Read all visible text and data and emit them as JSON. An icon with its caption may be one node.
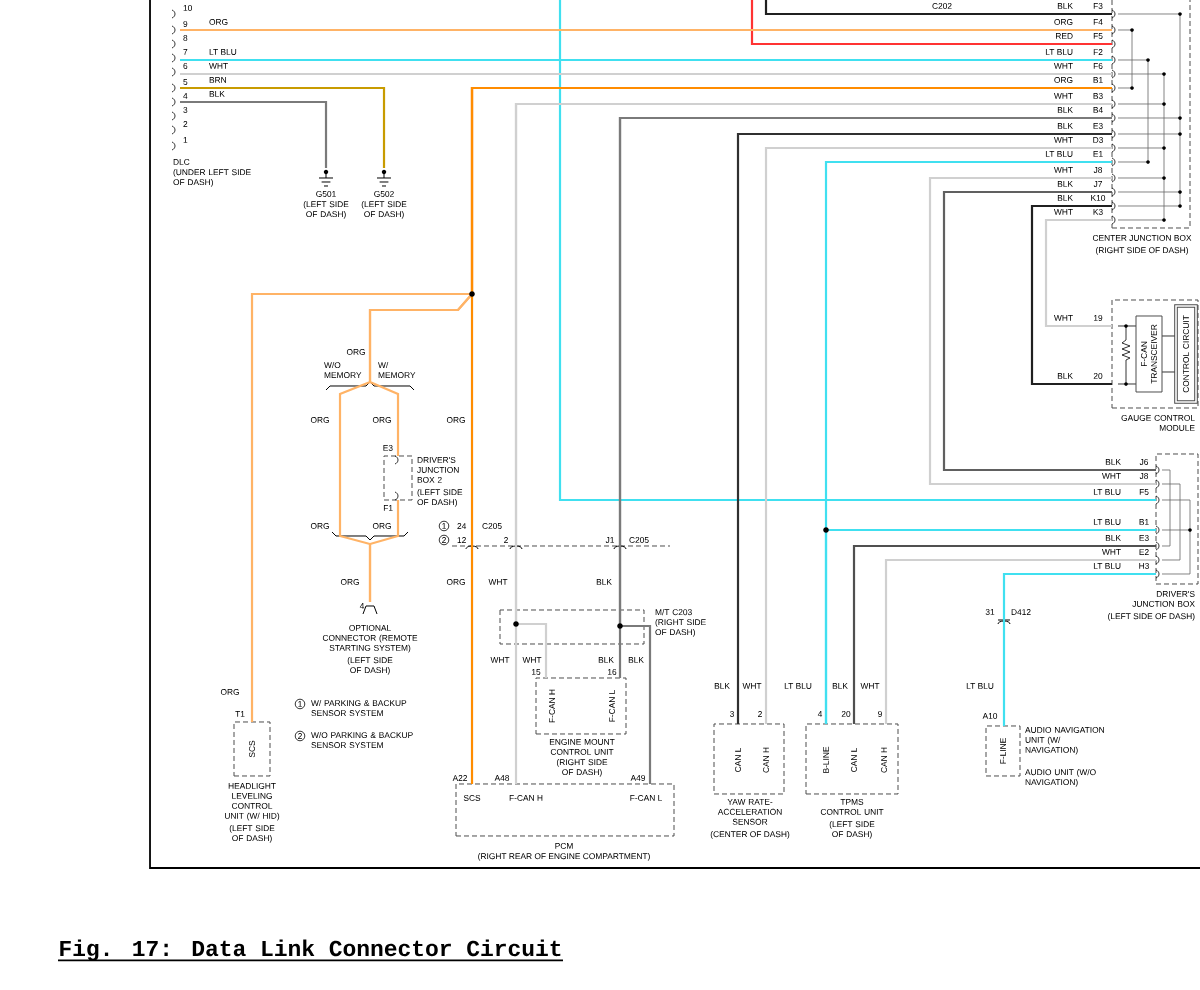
{
  "diagram": {
    "caption": "Fig. 17: Data Link Connector Circuit",
    "nodes": [
      {
        "text": [
          "DLC",
          "(UNDER LEFT SIDE OF DASH)"
        ]
      },
      {
        "text": [
          "G501",
          "(LEFT SIDE OF DASH)"
        ]
      },
      {
        "text": [
          "G502",
          "(LEFT SIDE OF DASH)"
        ]
      },
      {
        "text": [
          "CENTER JUNCTION BOX",
          "(RIGHT SIDE OF DASH)"
        ]
      },
      {
        "text": [
          "GAUGE CONTROL MODULE"
        ]
      },
      {
        "text": [
          "F-CAN TRANSCEIVER"
        ],
        "in": 4
      },
      {
        "text": [
          "CONTROL CIRCUIT"
        ],
        "in": 4
      },
      {
        "text": [
          "DRIVER'S JUNCTION BOX",
          "(LEFT SIDE OF DASH)"
        ]
      },
      {
        "text": [
          "DRIVER'S JUNCTION BOX 2",
          "(LEFT SIDE OF DASH)"
        ]
      },
      {
        "text": [
          "OPTIONAL CONNECTOR (REMOTE STARTING SYSTEM)",
          "(LEFT SIDE OF DASH)"
        ]
      },
      {
        "text": [
          "HEADLIGHT LEVELING CONTROL UNIT (W/ HID)",
          "(LEFT SIDE OF DASH)",
          "SCS"
        ]
      },
      {
        "text": [
          "PCM",
          "(RIGHT REAR OF ENGINE COMPARTMENT)",
          "SCS",
          "F-CAN H",
          "F-CAN L"
        ]
      },
      {
        "text": [
          "ENGINE MOUNT CONTROL UNIT",
          "(RIGHT SIDE OF DASH)",
          "F-CAN H",
          "F-CAN L"
        ]
      },
      {
        "text": [
          "YAW RATE-ACCELERATION SENSOR",
          "(CENTER OF DASH)",
          "CAN L",
          "CAN H"
        ]
      },
      {
        "text": [
          "TPMS CONTROL UNIT",
          "(LEFT SIDE OF DASH)",
          "B-LINE",
          "CAN L",
          "CAN H"
        ]
      },
      {
        "text": [
          "AUDIO NAVIGATION UNIT (W/ NAVIGATION)",
          "AUDIO UNIT (W/O NAVIGATION)",
          "F-LINE"
        ]
      }
    ],
    "edges": [
      {
        "from": 0,
        "to": 3,
        "arrow": "none",
        "color": "#ffb366"
      },
      {
        "from": 0,
        "to": 3,
        "arrow": "none",
        "color": "#40e0f0"
      },
      {
        "from": 0,
        "to": 3,
        "arrow": "none",
        "color": "#d0d0d0"
      },
      {
        "from": 0,
        "to": 2,
        "arrow": "none",
        "color": "#c89b00"
      },
      {
        "from": 0,
        "to": 1,
        "arrow": "none",
        "color": "#7a7a7a"
      },
      {
        "from": null,
        "to": 3,
        "arrow": "none",
        "color": "#202020"
      },
      {
        "from": null,
        "to": 3,
        "arrow": "none",
        "color": "#ff3333"
      },
      {
        "from": 3,
        "to": 11,
        "arrow": "none",
        "color": "#ff8c00"
      },
      {
        "from": 3,
        "to": 10,
        "arrow": "none",
        "color": "#ffb366"
      },
      {
        "from": 3,
        "to": 8,
        "arrow": "none",
        "color": "#ffb366"
      },
      {
        "from": 3,
        "to": 9,
        "arrow": "none",
        "color": "#ffb366"
      },
      {
        "from": 8,
        "to": 9,
        "arrow": "none",
        "color": "#ffb366"
      },
      {
        "from": 3,
        "to": 12,
        "arrow": "none",
        "color": "#d0d0d0"
      },
      {
        "from": 3,
        "to": 11,
        "arrow": "none",
        "color": "#d0d0d0"
      },
      {
        "from": 3,
        "to": 12,
        "arrow": "none",
        "color": "#7a7a7a"
      },
      {
        "from": 3,
        "to": 11,
        "arrow": "none",
        "color": "#7a7a7a"
      },
      {
        "from": 3,
        "to": 13,
        "arrow": "none",
        "color": "#303030"
      },
      {
        "from": 3,
        "to": 13,
        "arrow": "none",
        "color": "#d0d0d0"
      },
      {
        "from": 3,
        "to": 14,
        "arrow": "none",
        "color": "#40e0f0"
      },
      {
        "from": 3,
        "to": 7,
        "arrow": "none",
        "color": "#d0d0d0"
      },
      {
        "from": 3,
        "to": 7,
        "arrow": "none",
        "color": "#606060"
      },
      {
        "from": 3,
        "to": 4,
        "arrow": "none",
        "color": "#202020"
      },
      {
        "from": 3,
        "to": 4,
        "arrow": "none",
        "color": "#d0d0d0"
      },
      {
        "from": null,
        "to": 7,
        "arrow": "none",
        "color": "#40e0f0"
      },
      {
        "from": 7,
        "to": 14,
        "arrow": "none",
        "color": "#40e0f0"
      },
      {
        "from": 7,
        "to": 14,
        "arrow": "none",
        "color": "#505050"
      },
      {
        "from": 7,
        "to": 14,
        "arrow": "none",
        "color": "#d0d0d0"
      },
      {
        "from": 7,
        "to": 15,
        "arrow": "none",
        "color": "#40e0f0"
      }
    ],
    "labels": [
      "10",
      "9",
      "8",
      "7",
      "6",
      "5",
      "4",
      "3",
      "2",
      "1",
      "ORG",
      "LT BLU",
      "WHT",
      "BRN",
      "BLK",
      "C202",
      "BLK",
      "F3",
      "ORG",
      "F4",
      "RED",
      "F5",
      "LT BLU",
      "F2",
      "WHT",
      "F6",
      "ORG",
      "B1",
      "WHT",
      "B3",
      "BLK",
      "B4",
      "BLK",
      "E3",
      "WHT",
      "D3",
      "LT BLU",
      "E1",
      "WHT",
      "J8",
      "BLK",
      "J7",
      "BLK",
      "K10",
      "WHT",
      "K3",
      "WHT",
      "19",
      "BLK",
      "20",
      "ORG",
      "W/O MEMORY",
      "W/ MEMORY",
      "ORG",
      "ORG",
      "ORG",
      "E3",
      "F1",
      "ORG",
      "ORG",
      "1",
      "24",
      "C205",
      "2",
      "12",
      "2",
      "J1",
      "C205",
      "ORG",
      "ORG",
      "WHT",
      "BLK",
      "4",
      "M/T C203 (RIGHT SIDE OF DASH)",
      "WHT",
      "WHT",
      "15",
      "BLK",
      "BLK",
      "16",
      "ORG",
      "T1",
      "1",
      "W/ PARKING & BACKUP SENSOR SYSTEM",
      "2",
      "W/O PARKING & BACKUP SENSOR SYSTEM",
      "A22",
      "A48",
      "A49",
      "BLK",
      "WHT",
      "3",
      "2",
      "LT BLU",
      "BLK",
      "WHT",
      "4",
      "20",
      "9",
      "31",
      "D412",
      "LT BLU",
      "A10",
      "BLK",
      "J6",
      "WHT",
      "J8",
      "LT BLU",
      "F5",
      "LT BLU",
      "B1",
      "BLK",
      "E3",
      "WHT",
      "E2",
      "LT BLU",
      "H3"
    ]
  }
}
